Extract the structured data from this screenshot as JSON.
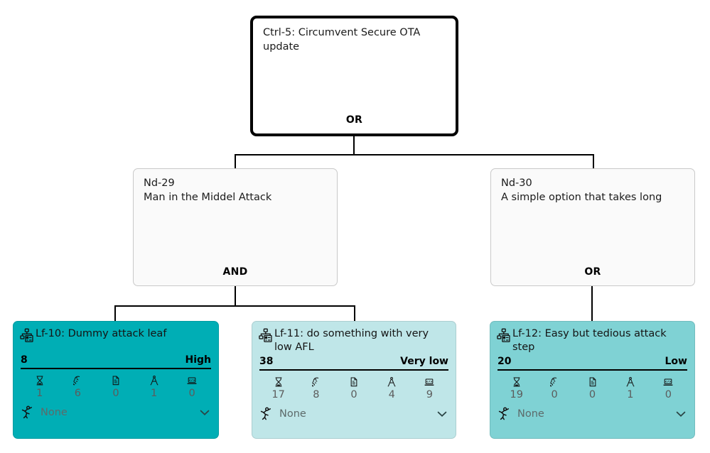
{
  "diagram": {
    "type": "attack-tree",
    "root": {
      "id": "Ctrl-5",
      "title": "Ctrl-5: Circumvent Secure OTA update",
      "operator": "OR"
    },
    "intermediate_nodes": [
      {
        "id": "Nd-29",
        "line1": "Nd-29",
        "line2": "Man in the Middel Attack",
        "operator": "AND"
      },
      {
        "id": "Nd-30",
        "line1": "Nd-30",
        "line2": "A simple option that takes long",
        "operator": "OR"
      }
    ],
    "leaves": [
      {
        "id": "Lf-10",
        "title": "Lf-10: Dummy attack leaf",
        "icon": "network-node-icon",
        "score": "8",
        "rating": "High",
        "metric_icons": [
          "hourglass-icon",
          "brain-knowledge-icon",
          "document-icon",
          "compass-icon",
          "laptop-icon"
        ],
        "metric_values": [
          "1",
          "6",
          "0",
          "1",
          "0"
        ],
        "footer_icon": "running-person-icon",
        "footer_label": "None",
        "expand_icon": "chevron-down-icon",
        "color": "#00aeb5",
        "text_color": "#141414"
      },
      {
        "id": "Lf-11",
        "title": "Lf-11: do something with very low AFL",
        "icon": "network-node-icon",
        "score": "38",
        "rating": "Very low",
        "metric_icons": [
          "hourglass-icon",
          "brain-knowledge-icon",
          "document-icon",
          "compass-icon",
          "laptop-icon"
        ],
        "metric_values": [
          "17",
          "8",
          "0",
          "4",
          "9"
        ],
        "footer_icon": "running-person-icon",
        "footer_label": "None",
        "expand_icon": "chevron-down-icon",
        "color": "#bfe6e8",
        "text_color": "#141414"
      },
      {
        "id": "Lf-12",
        "title": "Lf-12: Easy but tedious attack step",
        "icon": "network-node-icon",
        "score": "20",
        "rating": "Low",
        "metric_icons": [
          "hourglass-icon",
          "brain-knowledge-icon",
          "document-icon",
          "compass-icon",
          "laptop-icon"
        ],
        "metric_values": [
          "19",
          "0",
          "0",
          "1",
          "0"
        ],
        "footer_icon": "running-person-icon",
        "footer_label": "None",
        "expand_icon": "chevron-down-icon",
        "color": "#7fd2d4",
        "text_color": "#141414"
      }
    ],
    "colors": {
      "edge": "#000000",
      "node_fill": "#fafafa",
      "node_border": "#c9c9c9",
      "root_border": "#000000",
      "background": "#ffffff"
    }
  }
}
